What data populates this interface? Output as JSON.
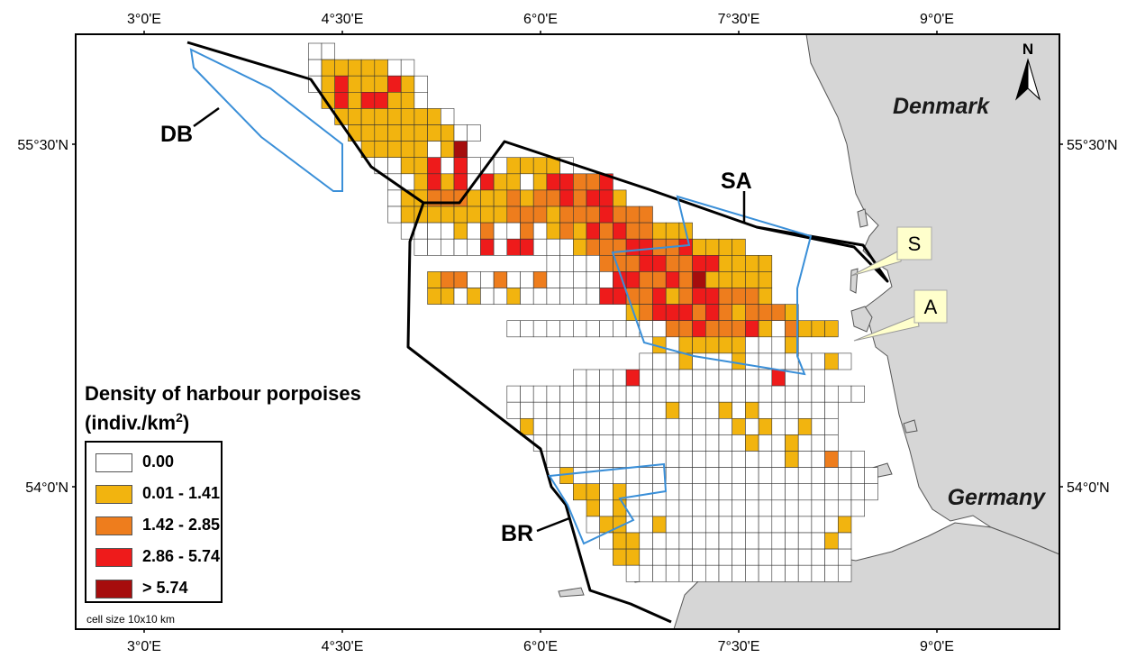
{
  "map": {
    "title": "Density of harbour porpoises",
    "units_prefix": "(indiv./km",
    "units_sup": "2",
    "units_suffix": ")",
    "axes": {
      "lon_ticks": [
        "3°0'E",
        "4°30'E",
        "6°0'E",
        "7°30'E",
        "9°0'E"
      ],
      "lat_ticks": [
        "55°30'N",
        "54°0'N"
      ]
    },
    "countries": [
      {
        "id": "denmark",
        "label": "Denmark"
      },
      {
        "id": "germany",
        "label": "Germany"
      }
    ],
    "areas": [
      {
        "id": "DB",
        "label": "DB"
      },
      {
        "id": "SA",
        "label": "SA"
      },
      {
        "id": "BR",
        "label": "BR"
      }
    ],
    "callouts": [
      {
        "id": "S",
        "label": "S"
      },
      {
        "id": "A",
        "label": "A"
      }
    ],
    "north_arrow": {
      "label": "N"
    },
    "legend": {
      "classes": [
        {
          "label": "0.00",
          "color": "#ffffff"
        },
        {
          "label": "0.01 - 1.41",
          "color": "#f2b40f"
        },
        {
          "label": "1.42 - 2.85",
          "color": "#ee7d1d"
        },
        {
          "label": "2.86 - 5.74",
          "color": "#ee1b1b"
        },
        {
          "label": "> 5.74",
          "color": "#a60d0d"
        }
      ],
      "note": "cell size 10x10 km"
    },
    "colors": {
      "land": "#d6d6d6",
      "survey_outline": "#000000",
      "study_area_outline": "#3a8fd8",
      "grid_line": "#333333"
    },
    "grid_rows": [
      {
        "r": 0,
        "c0": 9,
        "v": "00"
      },
      {
        "r": 1,
        "c0": 9,
        "v": "01111100"
      },
      {
        "r": 2,
        "c0": 9,
        "v": "013111310"
      },
      {
        "r": 3,
        "c0": 10,
        "v": "13133110"
      },
      {
        "r": 4,
        "c0": 11,
        "v": "111111110"
      },
      {
        "r": 5,
        "c0": 12,
        "v": "1111111100"
      },
      {
        "r": 6,
        "c0": 13,
        "v": "11111014"
      },
      {
        "r": 7,
        "c0": 14,
        "v": "001130300011110"
      },
      {
        "r": 8,
        "c0": 15,
        "v": "00131303110133223"
      },
      {
        "r": 9,
        "c0": 15,
        "v": "011222111212232331"
      },
      {
        "r": 10,
        "c0": 15,
        "v": "01111111122212223222"
      },
      {
        "r": 11,
        "c0": 16,
        "v": "0000102002012132322111"
      },
      {
        "r": 12,
        "c0": 17,
        "v": "0000030330001222332231111"
      },
      {
        "r": 13,
        "c0": 27,
        "v": "00002223322331111"
      },
      {
        "r": 14,
        "c0": 18,
        "v": "12200200200000332232411111"
      },
      {
        "r": 15,
        "c0": 18,
        "v": "11010010000003322312332221"
      },
      {
        "r": 16,
        "c0": 33,
        "v": "1233323212221"
      },
      {
        "r": 17,
        "c0": 24,
        "v": "0000000000002232223102111"
      },
      {
        "r": 18,
        "c0": 35,
        "v": "10111110001"
      },
      {
        "r": 19,
        "c0": 34,
        "v": "0001000100000010"
      },
      {
        "r": 20,
        "c0": 29,
        "v": "0000300000000003000"
      },
      {
        "r": 21,
        "c0": 24,
        "v": "000000000000000000000000000"
      },
      {
        "r": 22,
        "c0": 24,
        "v": "0000000000001000101000000"
      },
      {
        "r": 23,
        "c0": 25,
        "v": "100000000000000010100100"
      },
      {
        "r": 24,
        "c0": 26,
        "v": "00000000000000001001000"
      },
      {
        "r": 25,
        "c0": 27,
        "v": "000000000000000000100200"
      },
      {
        "r": 26,
        "c0": 28,
        "v": "100000000000000000000000"
      },
      {
        "r": 27,
        "c0": 29,
        "v": "11010000000000000000000"
      },
      {
        "r": 28,
        "c0": 30,
        "v": "101000000000000000000"
      },
      {
        "r": 29,
        "c0": 30,
        "v": "01100100000000000001"
      },
      {
        "r": 30,
        "c0": 31,
        "v": "0110000000000000010"
      },
      {
        "r": 31,
        "c0": 32,
        "v": "110000000000000000"
      },
      {
        "r": 32,
        "c0": 33,
        "v": "00000000000000000"
      }
    ]
  }
}
